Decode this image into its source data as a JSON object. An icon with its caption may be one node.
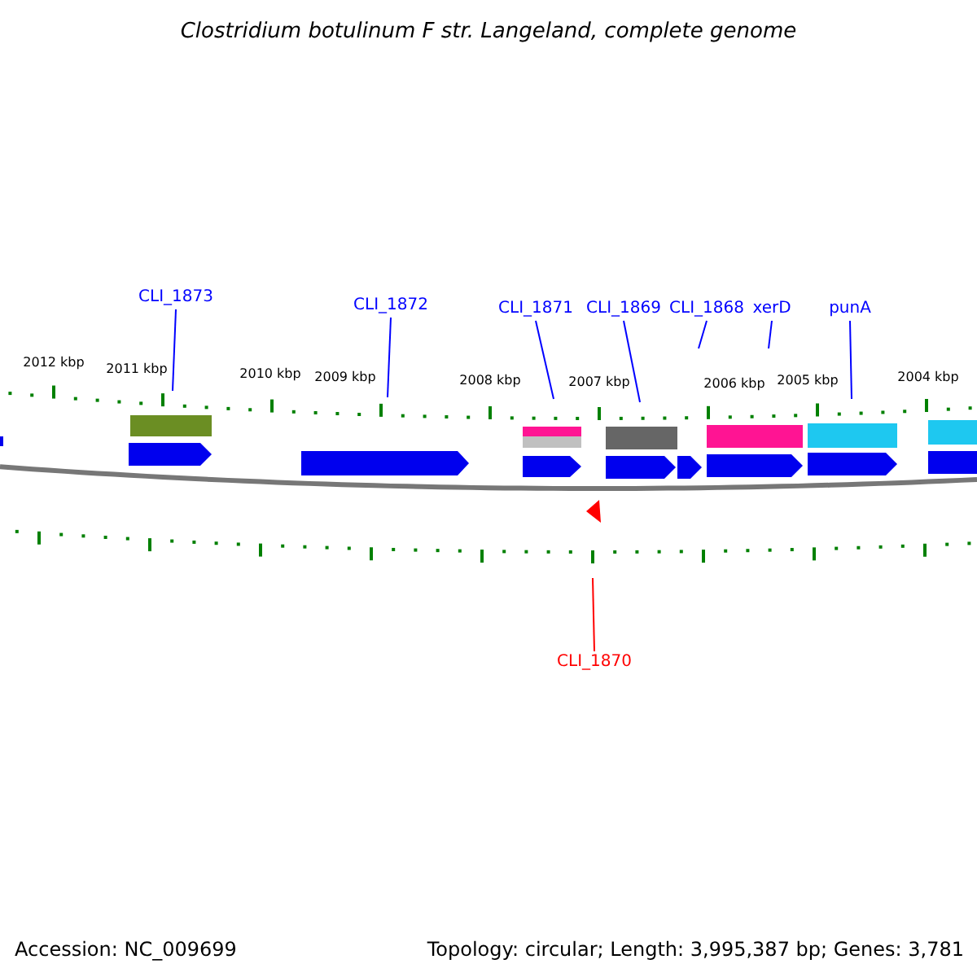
{
  "diagram": {
    "title": "Clostridium botulinum F str. Langeland, complete genome",
    "nodes": [
      {
        "text": [
          "CLI_1873"
        ]
      },
      {
        "text": [
          "CLI_1872"
        ]
      },
      {
        "text": [
          "CLI_1871"
        ]
      },
      {
        "text": [
          "CLI_1869"
        ]
      },
      {
        "text": [
          "CLI_1868"
        ]
      },
      {
        "text": [
          "xerD"
        ]
      },
      {
        "text": [
          "punA"
        ]
      },
      {
        "text": [
          "CLI_1870"
        ]
      }
    ],
    "edges": [
      {
        "from": 0,
        "to": null,
        "arrow": "none"
      },
      {
        "from": 1,
        "to": null,
        "arrow": "none"
      },
      {
        "from": 2,
        "to": null,
        "arrow": "none"
      },
      {
        "from": 3,
        "to": null,
        "arrow": "none"
      },
      {
        "from": 4,
        "to": null,
        "arrow": "none"
      },
      {
        "from": 5,
        "to": null,
        "arrow": "none"
      },
      {
        "from": 6,
        "to": null,
        "arrow": "none"
      },
      {
        "from": 7,
        "to": null,
        "arrow": "none",
        "color": "#ff0000"
      }
    ],
    "labels": [
      "2012 kbp",
      "2011 kbp",
      "2010 kbp",
      "2009 kbp",
      "2008 kbp",
      "2007 kbp",
      "2006 kbp",
      "2005 kbp",
      "2004 kbp",
      "Accession: NC_009699",
      "Topology: circular; Length: 3,995,387 bp; Genes: 3,781"
    ]
  }
}
